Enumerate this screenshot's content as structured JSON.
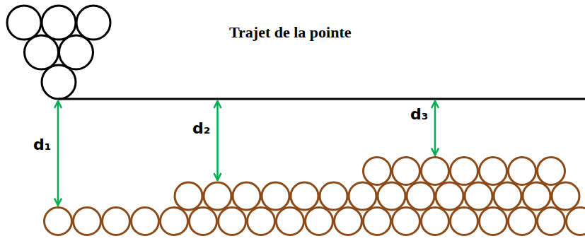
{
  "diagram": {
    "title": "Trajet de la pointe",
    "labels": [
      "d₁",
      "d₂",
      "d₃"
    ]
  }
}
